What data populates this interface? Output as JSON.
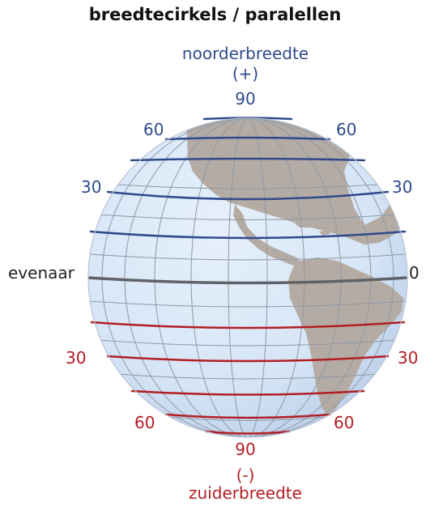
{
  "title": "breedtecirkels / paralellen",
  "north": {
    "label": "noorderbreedte",
    "sign": "(+)",
    "values": [
      "90",
      "60",
      "60",
      "30",
      "30"
    ]
  },
  "equator": {
    "label": "evenaar",
    "value": "0"
  },
  "south": {
    "values": [
      "30",
      "30",
      "60",
      "60",
      "90"
    ],
    "sign": "(-)",
    "label": "zuiderbreedte"
  },
  "colors": {
    "north_lines": "#2f4a8c",
    "south_lines": "#b21e24",
    "equator_line": "#5f6266",
    "ocean": "#d6e5f6",
    "land": "#b4aca4",
    "grid": "#8f98a4"
  }
}
